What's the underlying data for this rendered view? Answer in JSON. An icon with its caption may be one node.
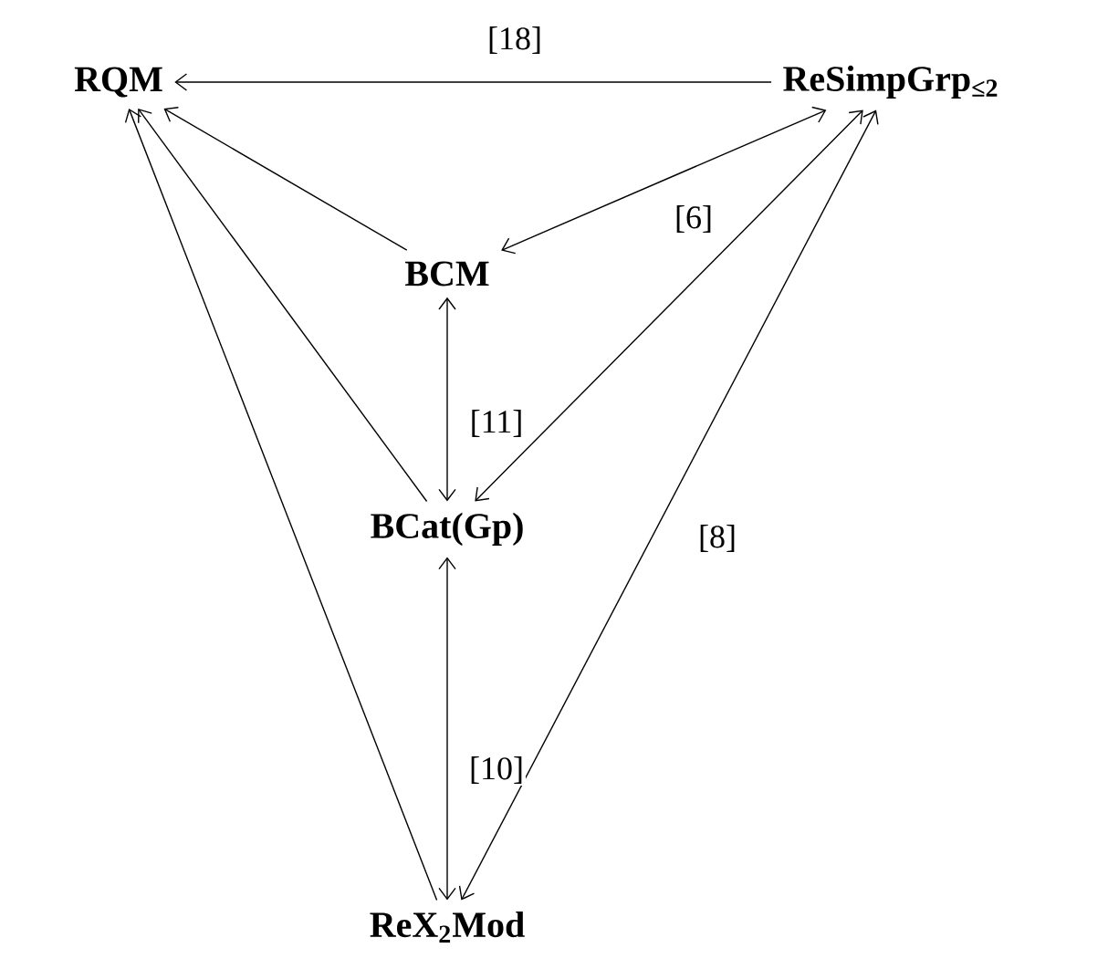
{
  "diagram": {
    "nodes": [
      {
        "text": [
          "RQM"
        ]
      },
      {
        "text": [
          "ReSimpGrp$_{≤2}$"
        ]
      },
      {
        "text": [
          "BCM"
        ]
      },
      {
        "text": [
          "BCat(Gp)"
        ]
      },
      {
        "text": [
          "ReX$_{2}$Mod"
        ]
      }
    ],
    "edges": [
      {
        "from": 1,
        "to": 0,
        "arrow": "to",
        "label": "[18]"
      },
      {
        "from": 2,
        "to": 0,
        "arrow": "to"
      },
      {
        "from": 2,
        "to": 1,
        "arrow": "both",
        "label": "[6]"
      },
      {
        "from": 2,
        "to": 3,
        "arrow": "both",
        "label": "[11]"
      },
      {
        "from": 3,
        "to": 0,
        "arrow": "to"
      },
      {
        "from": 4,
        "to": 0,
        "arrow": "to"
      },
      {
        "from": 3,
        "to": 1,
        "arrow": "both"
      },
      {
        "from": 4,
        "to": 1,
        "arrow": "both",
        "label": "[8]"
      },
      {
        "from": 3,
        "to": 4,
        "arrow": "both",
        "label": "[10]"
      }
    ]
  }
}
